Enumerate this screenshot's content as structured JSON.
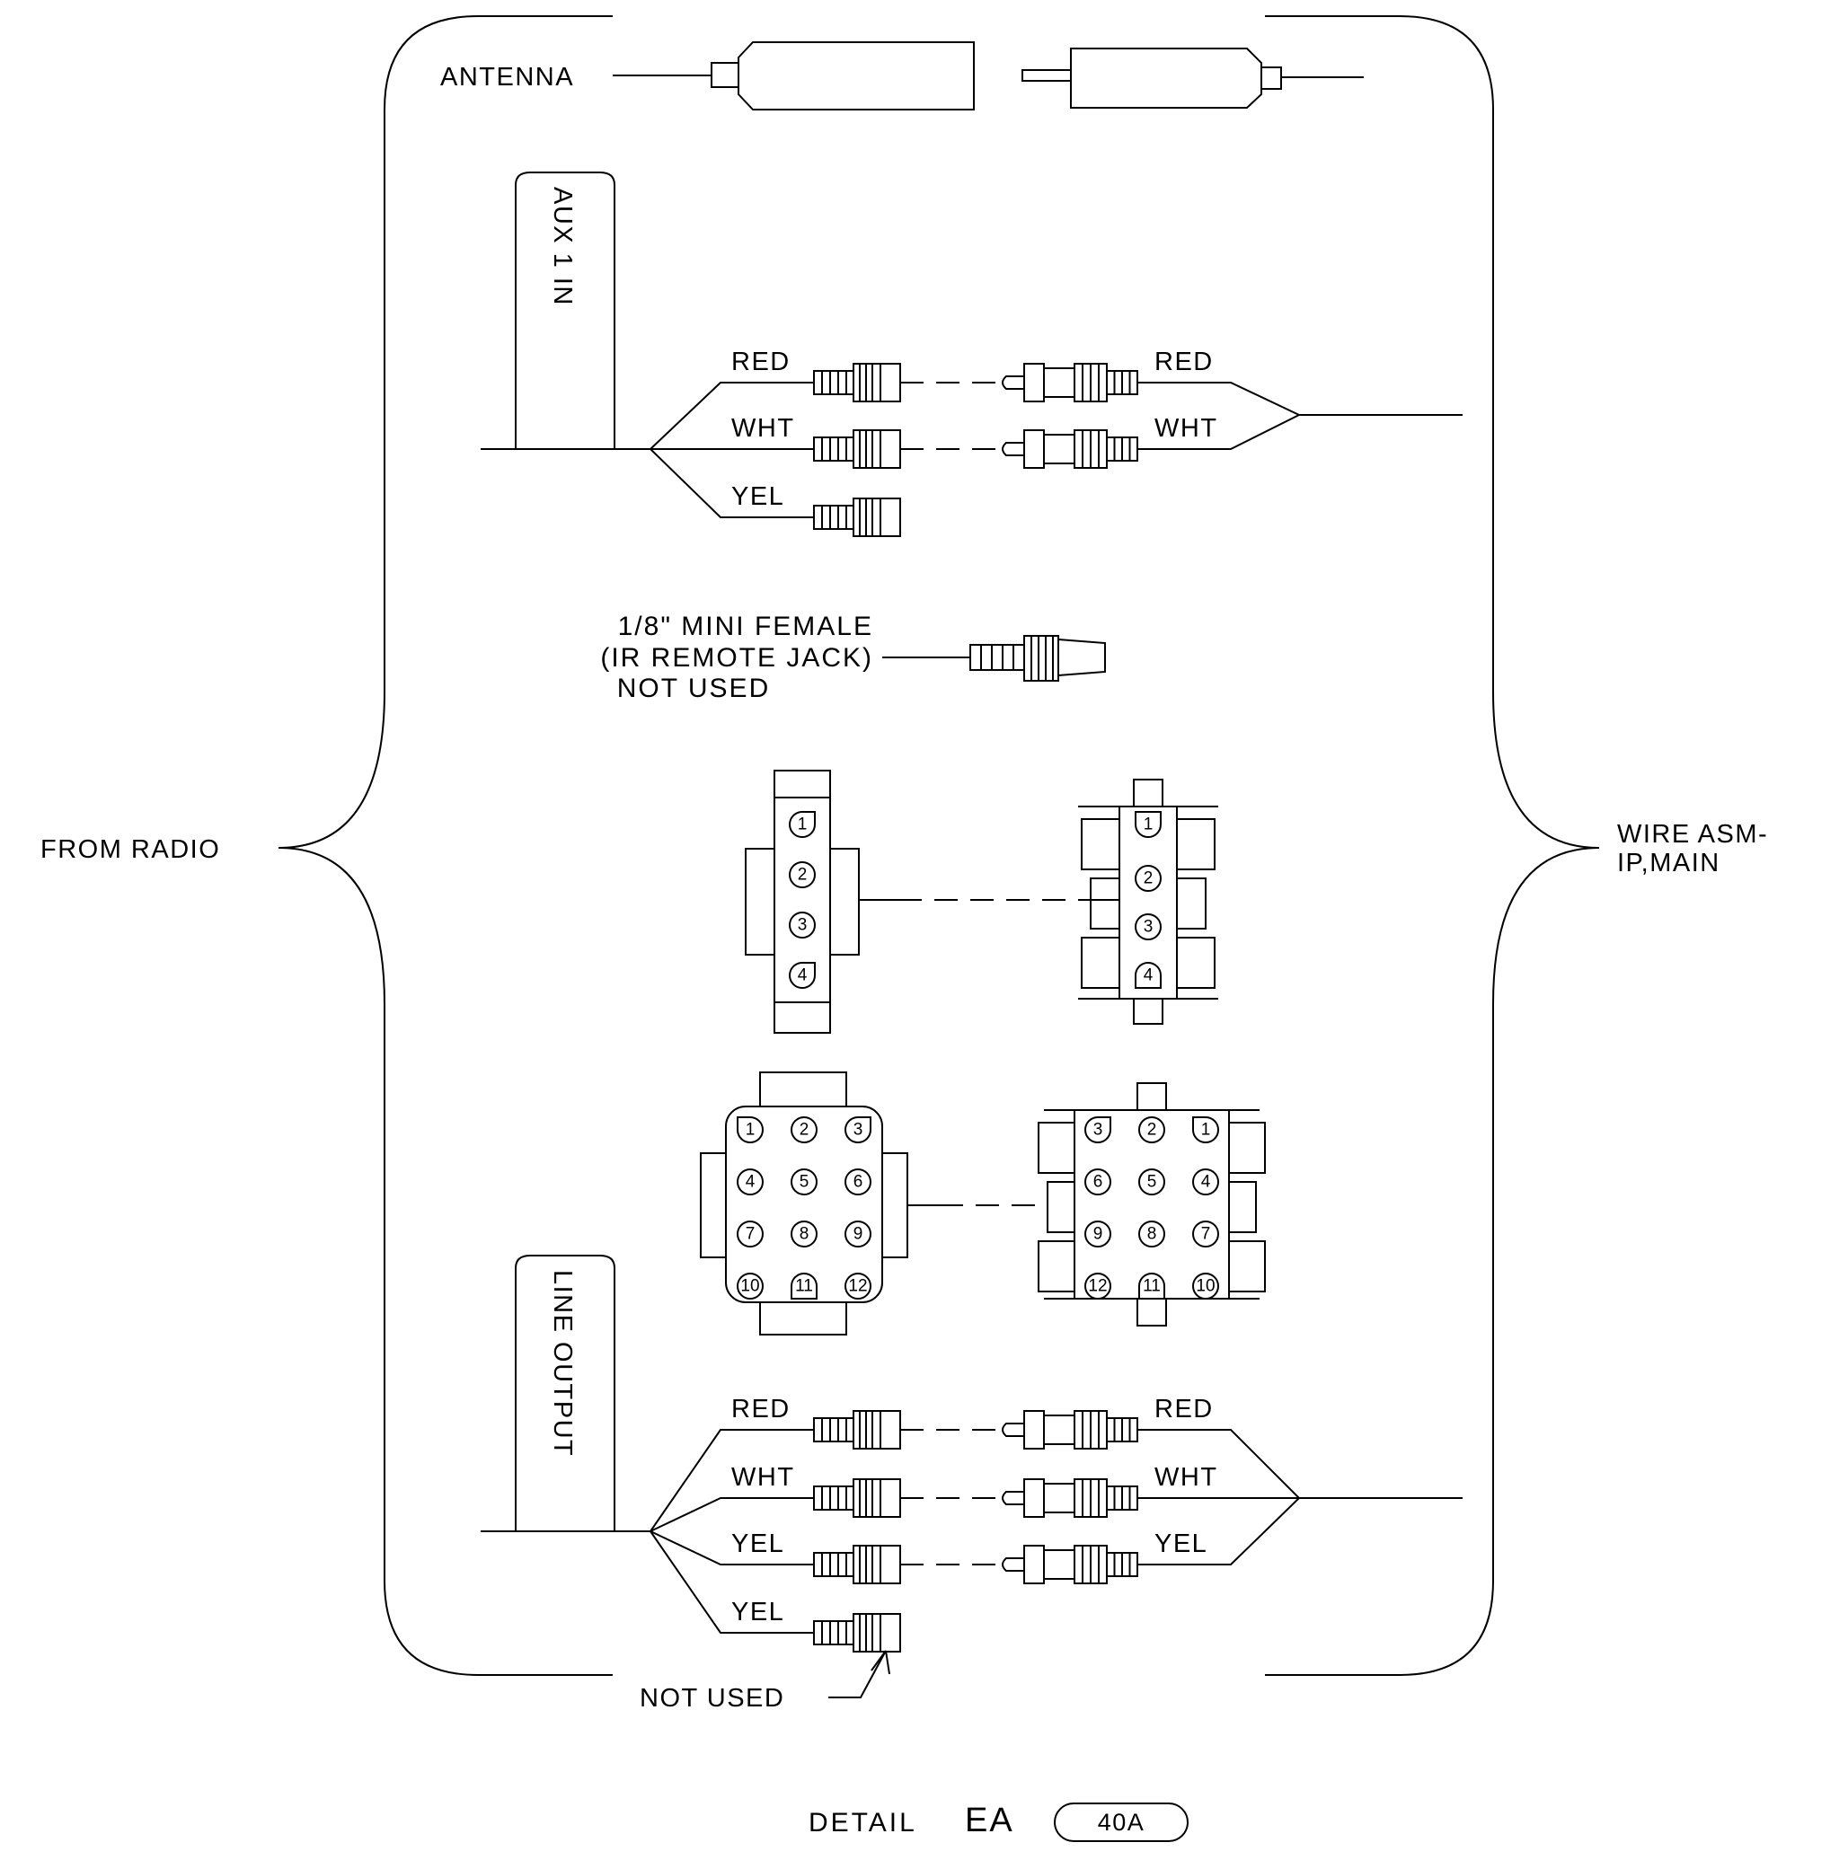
{
  "labels": {
    "antenna": "ANTENNA",
    "aux_in": "AUX 1 IN",
    "line_output": "LINE OUTPUT",
    "mini_female_1": "1/8\" MINI FEMALE",
    "mini_female_2": "(IR REMOTE JACK)",
    "mini_female_3": "NOT USED",
    "from_radio": "FROM RADIO",
    "wire_asm_1": "WIRE ASM-",
    "wire_asm_2": "IP,MAIN",
    "not_used": "NOT USED",
    "detail_word": "DETAIL",
    "detail_code": "EA",
    "detail_ref": "40A"
  },
  "aux_left_wires": [
    "RED",
    "WHT",
    "YEL"
  ],
  "aux_right_wires": [
    "RED",
    "WHT"
  ],
  "line_left_wires": [
    "RED",
    "WHT",
    "YEL",
    "YEL"
  ],
  "line_right_wires": [
    "RED",
    "WHT",
    "YEL"
  ],
  "conn4_left_pins": [
    "1",
    "2",
    "3",
    "4"
  ],
  "conn4_right_pins": [
    "1",
    "2",
    "3",
    "4"
  ],
  "conn12_left_pins": [
    "1",
    "2",
    "3",
    "4",
    "5",
    "6",
    "7",
    "8",
    "9",
    "10",
    "11",
    "12"
  ],
  "conn12_right_pins": [
    "3",
    "2",
    "1",
    "6",
    "5",
    "4",
    "9",
    "8",
    "7",
    "12",
    "11",
    "10"
  ]
}
